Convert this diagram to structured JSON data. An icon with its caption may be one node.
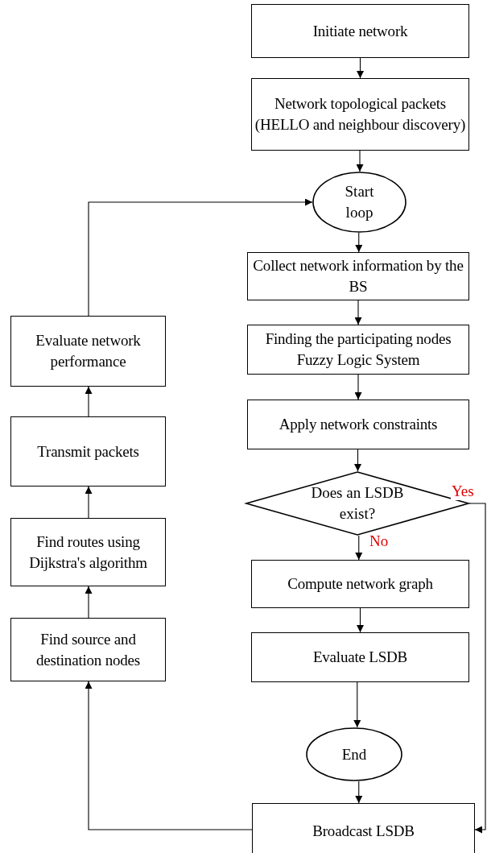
{
  "diagram": {
    "nodes": [
      {
        "text": [
          "Initiate network"
        ]
      },
      {
        "text": [
          "Network topological packets (HELLO and neighbour discovery)"
        ]
      },
      {
        "text": [
          "Start loop"
        ]
      },
      {
        "text": [
          "Collect network information by the BS"
        ]
      },
      {
        "text": [
          "Finding the participating nodes Fuzzy Logic System"
        ]
      },
      {
        "text": [
          "Apply network constraints"
        ]
      },
      {
        "text": [
          "Does an LSDB exist?"
        ]
      },
      {
        "text": [
          "Compute network graph"
        ]
      },
      {
        "text": [
          "Evaluate LSDB"
        ]
      },
      {
        "text": [
          "End"
        ]
      },
      {
        "text": [
          "Broadcast LSDB"
        ]
      },
      {
        "text": [
          "Find source and destination nodes"
        ]
      },
      {
        "text": [
          "Find routes using Dijkstra's algorithm"
        ]
      },
      {
        "text": [
          "Transmit packets"
        ]
      },
      {
        "text": [
          "Evaluate network performance"
        ]
      }
    ],
    "edges": [
      {
        "from": 0,
        "to": 1,
        "arrow": "to"
      },
      {
        "from": 1,
        "to": 2,
        "arrow": "to"
      },
      {
        "from": 2,
        "to": 3,
        "arrow": "to"
      },
      {
        "from": 3,
        "to": 4,
        "arrow": "to"
      },
      {
        "from": 4,
        "to": 5,
        "arrow": "to"
      },
      {
        "from": 5,
        "to": 6,
        "arrow": "to"
      },
      {
        "from": 6,
        "to": 7,
        "arrow": "to",
        "label": "No"
      },
      {
        "from": 7,
        "to": 8,
        "arrow": "to"
      },
      {
        "from": 8,
        "to": 9,
        "arrow": "to"
      },
      {
        "from": 9,
        "to": 10,
        "arrow": "to"
      },
      {
        "from": 6,
        "to": 10,
        "arrow": "to",
        "label": "Yes"
      },
      {
        "from": 10,
        "to": 11,
        "arrow": "to"
      },
      {
        "from": 11,
        "to": 12,
        "arrow": "to"
      },
      {
        "from": 12,
        "to": 13,
        "arrow": "to"
      },
      {
        "from": 13,
        "to": 14,
        "arrow": "to"
      },
      {
        "from": 14,
        "to": 2,
        "arrow": "to"
      }
    ]
  }
}
